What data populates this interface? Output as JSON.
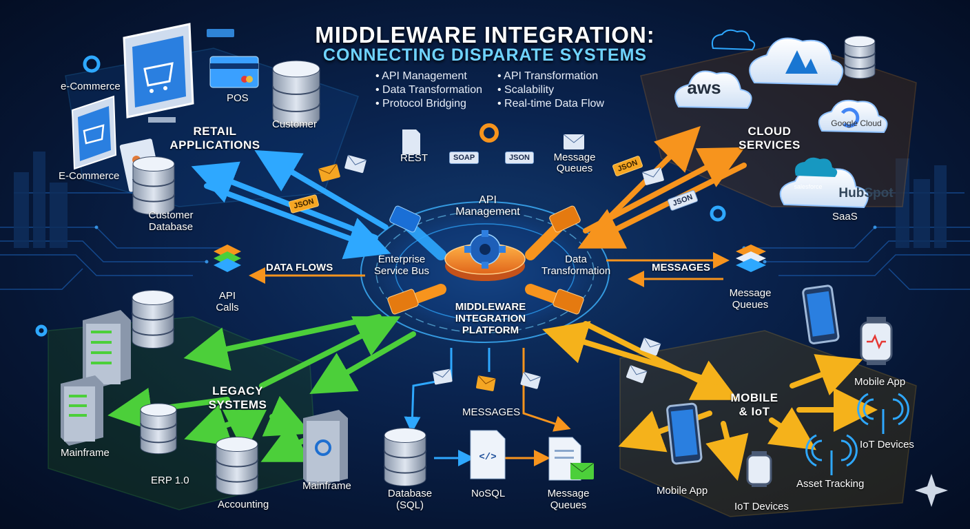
{
  "title": {
    "line1": "MIDDLEWARE INTEGRATION:",
    "line2": "CONNECTING DISPARATE SYSTEMS"
  },
  "features": {
    "left": [
      "API Management",
      "Data Transformation",
      "Protocol Bridging"
    ],
    "right": [
      "API Transformation",
      "Scalability",
      "Real-time Data Flow"
    ]
  },
  "retail": {
    "title_line1": "RETAIL",
    "title_line2": "APPLICATIONS",
    "ecommerce_top": "e-Commerce",
    "pos": "POS",
    "customer": "Customer",
    "ecommerce": "E-Commerce",
    "customer_db_line1": "Customer",
    "customer_db_line2": "Database"
  },
  "protocols": {
    "rest": "REST",
    "soap": "SOAP",
    "json": "JSON",
    "mq_line1": "Message",
    "mq_line2": "Queues"
  },
  "cloud": {
    "title_line1": "CLOUD",
    "title_line2": "SERVICES",
    "aws": "aws",
    "google": "Google Cloud",
    "salesforce": "salesforce",
    "hubspot": "HubSpot",
    "saas": "SaaS"
  },
  "hub": {
    "api_line1": "API",
    "api_line2": "Management",
    "esb_line1": "Enterprise",
    "esb_line2": "Service Bus",
    "dt_line1": "Data",
    "dt_line2": "Transformation",
    "platform_line1": "MIDDLEWARE",
    "platform_line2": "INTEGRATION",
    "platform_line3": "PLATFORM"
  },
  "flows": {
    "data_flows": "DATA FLOWS",
    "api_calls_line1": "API",
    "api_calls_line2": "Calls",
    "messages_right": "MESSAGES",
    "mq_right_line1": "Message",
    "mq_right_line2": "Queues",
    "messages_bottom": "MESSAGES",
    "json_tag1": "JSON",
    "json_tag2": "JSON",
    "json_tag3": "JSON"
  },
  "legacy": {
    "title_line1": "LEGACY",
    "title_line2": "SYSTEMS",
    "mainframe_left": "Mainframe",
    "erp": "ERP 1.0",
    "accounting": "Accounting",
    "mainframe_right": "Mainframe"
  },
  "data": {
    "db_line1": "Database",
    "db_line2": "(SQL)",
    "nosql": "NoSQL",
    "mq_line1": "Message",
    "mq_line2": "Queues"
  },
  "mobile": {
    "title_line1": "MOBILE",
    "title_line2": "& IoT",
    "mobile_app_right": "Mobile App",
    "iot_right": "IoT Devices",
    "asset": "Asset Tracking",
    "mobile_app_bottom": "Mobile App",
    "iot_bottom": "IoT Devices"
  },
  "colors": {
    "blue": "#2ea8ff",
    "orange": "#f7941d",
    "green": "#4ccf3a",
    "yellow": "#f5b21b",
    "cyan": "#6fd3ff"
  }
}
